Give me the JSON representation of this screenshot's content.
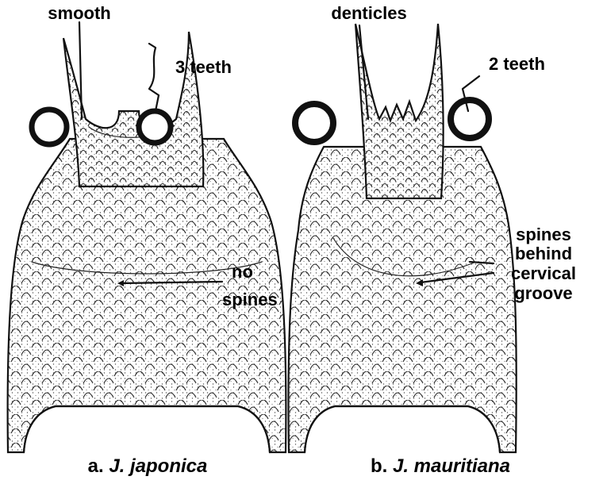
{
  "labels": {
    "smooth": "smooth",
    "three_teeth": "3  teeth",
    "no": "no",
    "spines": "spines",
    "denticles": "denticles",
    "two_teeth": "2  teeth",
    "spines_behind_1": "spines",
    "spines_behind_2": "behind",
    "spines_behind_3": "cervical",
    "spines_behind_4": "groove"
  },
  "captions": {
    "a_prefix": "a. ",
    "a_name": "J.  japonica",
    "b_prefix": "b. ",
    "b_name": "J.  mauritiana"
  }
}
